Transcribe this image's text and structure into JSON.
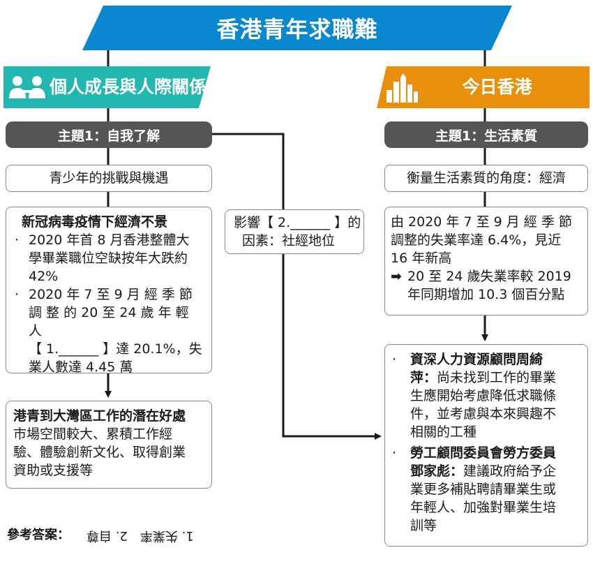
{
  "title": "香港青年求職難",
  "left": {
    "header": "個人成長與人際關係",
    "topic": "主題1：自我了解",
    "subtopic": "青少年的挑戰與機遇",
    "box1": {
      "heading": "新冠病毒疫情下經濟不景",
      "bullets": [
        [
          "2020 年首 8 月香港整體大",
          "學畢業職位空缺按年大跌約",
          "42%"
        ],
        [
          "2020 年 7 至 9 月 經 季 節",
          "調 整 的 20 至 24 歲 年 輕 人",
          "【 1.______ 】達 20.1%，失",
          "業人數達 4.45 萬"
        ]
      ]
    },
    "box2": {
      "heading": "港青到大灣區工作的潛在好處",
      "lines": [
        "市場空間較大、累積工作經",
        "驗、體驗創新文化、取得創業",
        "資助或支援等"
      ]
    }
  },
  "middle": {
    "lines": [
      "影響【 2.______ 】的",
      "因素：社經地位"
    ]
  },
  "right": {
    "header": "今日香港",
    "topic": "主題1：生活素質",
    "subtopic": "衡量生活素質的角度：經濟",
    "box1": {
      "lines": [
        "由 2020 年 7 至 9 月 經 季 節",
        "調整的失業率達 6.4%，見近",
        "16 年新高"
      ],
      "arrow_lines": [
        "20 至 24 歲失業率較 2019",
        "年同期增加 10.3 個百分點"
      ]
    },
    "box2": {
      "bullets": [
        {
          "speaker_lines": [
            "資深人力資源顧問周綺",
            "萍："
          ],
          "text_lines": [
            "尚未找到工作的畢業",
            "生應開始考慮降低求職條",
            "件，並考慮與本來興趣不",
            "相關的工種"
          ]
        },
        {
          "speaker_lines": [
            "勞工顧問委員會勞方委員",
            "鄧家彪："
          ],
          "text_lines": [
            "建議政府給予企",
            "業更多補貼聘請畢業生或",
            "年輕人、加強對畢業生培",
            "訓等"
          ]
        }
      ]
    }
  },
  "answers": {
    "label": "參考答案：",
    "text": "1. 失業率　2. 自尊"
  },
  "colors": {
    "title_blue": "#0a88cf",
    "teal": "#22b7b0",
    "orange": "#e8900c",
    "dark": "#555555",
    "line": "#1a1a1a"
  },
  "icons": {
    "left_header": "people-icon",
    "right_header": "city-skyline-icon"
  }
}
